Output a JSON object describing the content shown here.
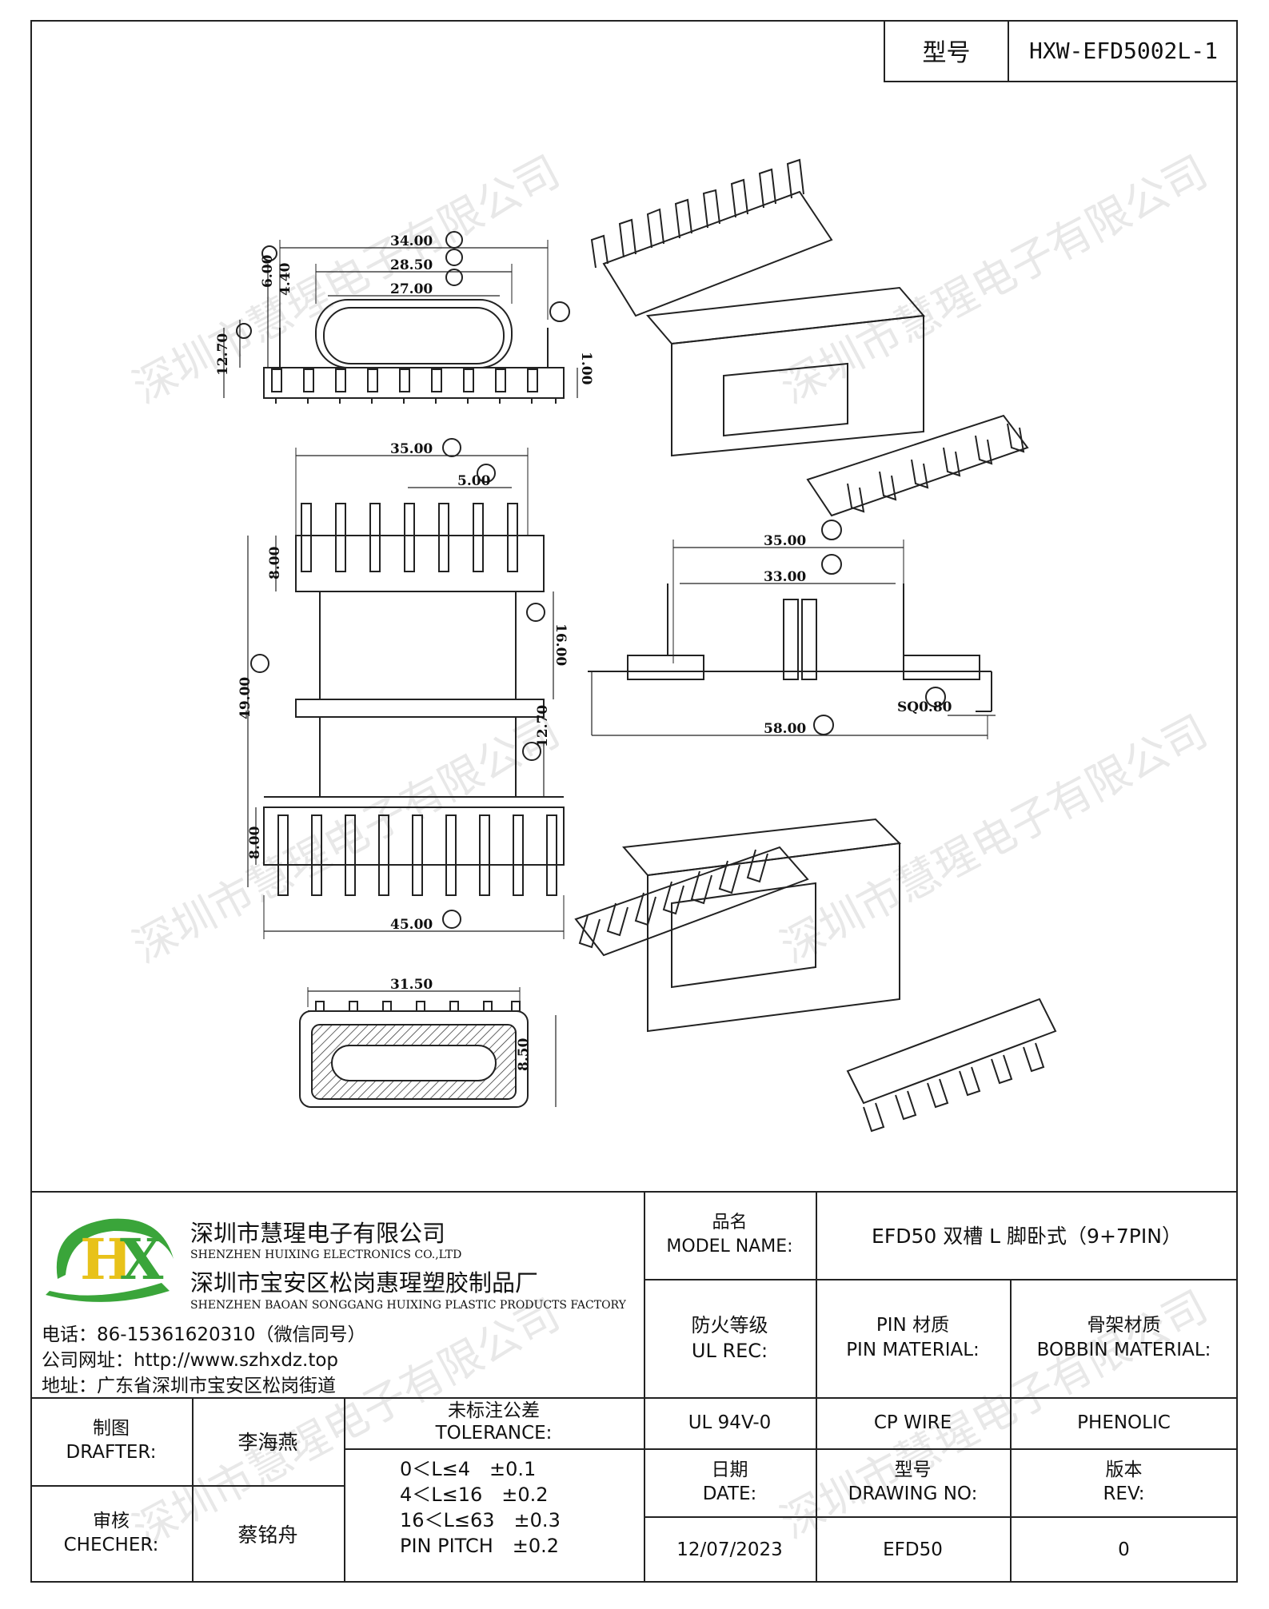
{
  "header": {
    "model_label": "型号",
    "model_value": "HXW-EFD5002L-1"
  },
  "watermark": "深圳市慧瑆电子有限公司",
  "drawing": {
    "labels": {
      "dim_34": "34.00",
      "dim_28_5": "28.50",
      "dim_27": "27.00",
      "dim_6": "6.00",
      "dim_4_4": "4.40",
      "dim_12_7_side": "12.70",
      "dim_1": "1.00",
      "dim_35_top": "35.00",
      "dim_5": "5.00",
      "dim_8_top": "8.00",
      "dim_16": "16.00",
      "dim_49": "49.00",
      "dim_12_7_mid": "12.70",
      "dim_8_bot": "8.00",
      "dim_45": "45.00",
      "dim_31_5": "31.50",
      "dim_8_5": "8.50",
      "dim_35_right": "35.00",
      "dim_33": "33.00",
      "dim_58": "58.00",
      "dim_sq": "SQ0.80"
    }
  },
  "company": {
    "name_cn": "深圳市慧瑆电子有限公司",
    "name_en": "SHENZHEN HUIXING ELECTRONICS CO.,LTD",
    "factory_cn": "深圳市宝安区松岗惠瑆塑胶制品厂",
    "factory_en": "SHENZHEN BAOAN SONGGANG HUIXING PLASTIC PRODUCTS FACTORY",
    "phone": "电话：86-15361620310（微信同号）",
    "website": "公司网址：http://www.szhxdz.top",
    "address": "地址：广东省深圳市宝安区松岗街道",
    "logo_text": "HX",
    "logo_colors": {
      "green": "#3aa53a",
      "yellow": "#e8c21a"
    }
  },
  "title_block": {
    "model_name_label": "品名\nMODEL NAME:",
    "model_name_value": "EFD50 双槽 L 脚卧式（9+7PIN）",
    "ul_label": "防火等级\nUL REC:",
    "pin_material_label": "PIN 材质\nPIN MATERIAL:",
    "bobbin_material_label": "骨架材质\nBOBBIN MATERIAL:",
    "ul_value": "UL 94V-0",
    "pin_material_value": "CP WIRE",
    "bobbin_material_value": "PHENOLIC",
    "date_label": "日期\nDATE:",
    "drawing_no_label": "型号\nDRAWING NO:",
    "rev_label": "版本\nREV:",
    "date_value": "12/07/2023",
    "drawing_no_value": "EFD50",
    "rev_value": "0",
    "drafter_label": "制图\nDRAFTER:",
    "drafter_value": "李海燕",
    "checker_label": "审核\nCHECHER:",
    "checker_value": "蔡铭舟",
    "tolerance_label": "未标注公差\nTOLERANCE:",
    "tolerance_lines": [
      "0＜L≤4　±0.1",
      "4＜L≤16　±0.2",
      "16＜L≤63　±0.3",
      "PIN PITCH　±0.2"
    ]
  }
}
